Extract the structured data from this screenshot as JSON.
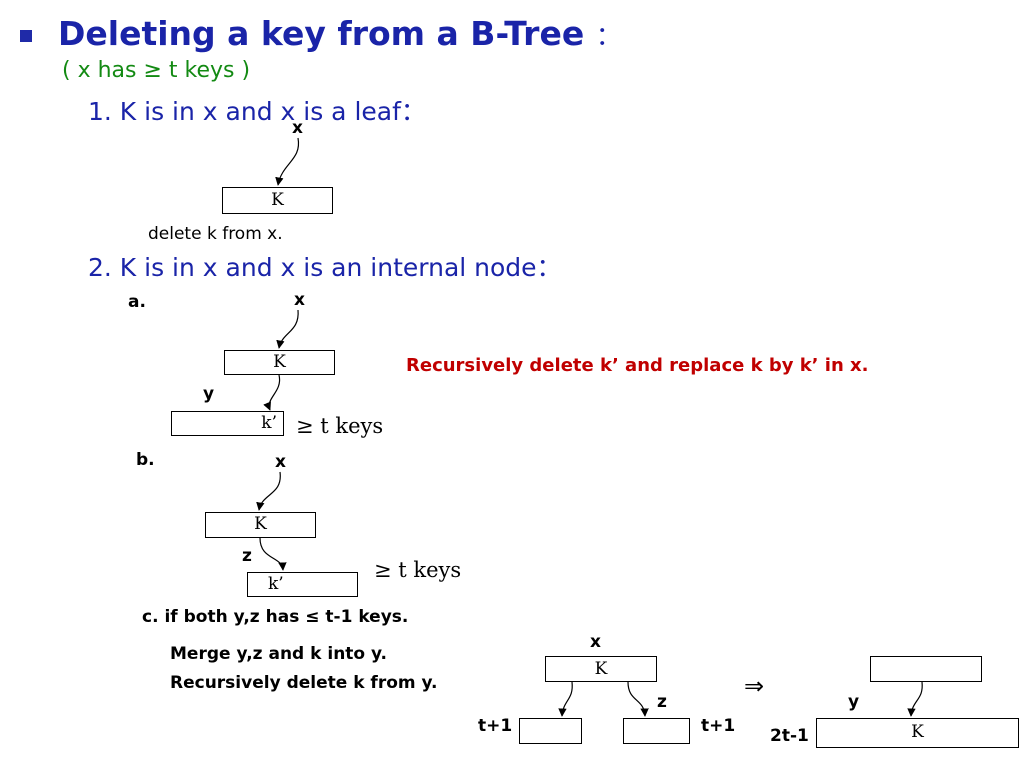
{
  "title": {
    "text": "Deleting a key from a B-Tree",
    "colon": "："
  },
  "precondition": "( x has ≥ t keys )",
  "case1": {
    "heading": "1. K is in x and x is a leaf：",
    "x_label": "x",
    "node_key": "K",
    "note": "delete k from x."
  },
  "case2": {
    "heading": "2. K is in x and x is an internal node：",
    "a": {
      "label": "a.",
      "x_label": "x",
      "node_key": "K",
      "y_label": "y",
      "child_key": "k’",
      "keys_note": "≥ t  keys",
      "description": "Recursively delete k’ and replace k by k’ in x."
    },
    "b": {
      "label": "b.",
      "x_label": "x",
      "node_key": "K",
      "z_label": "z",
      "child_key": "k’",
      "keys_note": "≥ t  keys"
    },
    "c": {
      "condition": "c. if both y,z has ≤  t-1 keys.",
      "line1": "Merge y,z and k into y.",
      "line2": "Recursively delete k from y.",
      "x_label": "x",
      "node_key": "K",
      "z_label": "z",
      "left_count": "t+1",
      "right_count": "t+1",
      "implies": "⇒",
      "y_label": "y",
      "merged_count": "2t-1",
      "merged_key": "K"
    }
  }
}
